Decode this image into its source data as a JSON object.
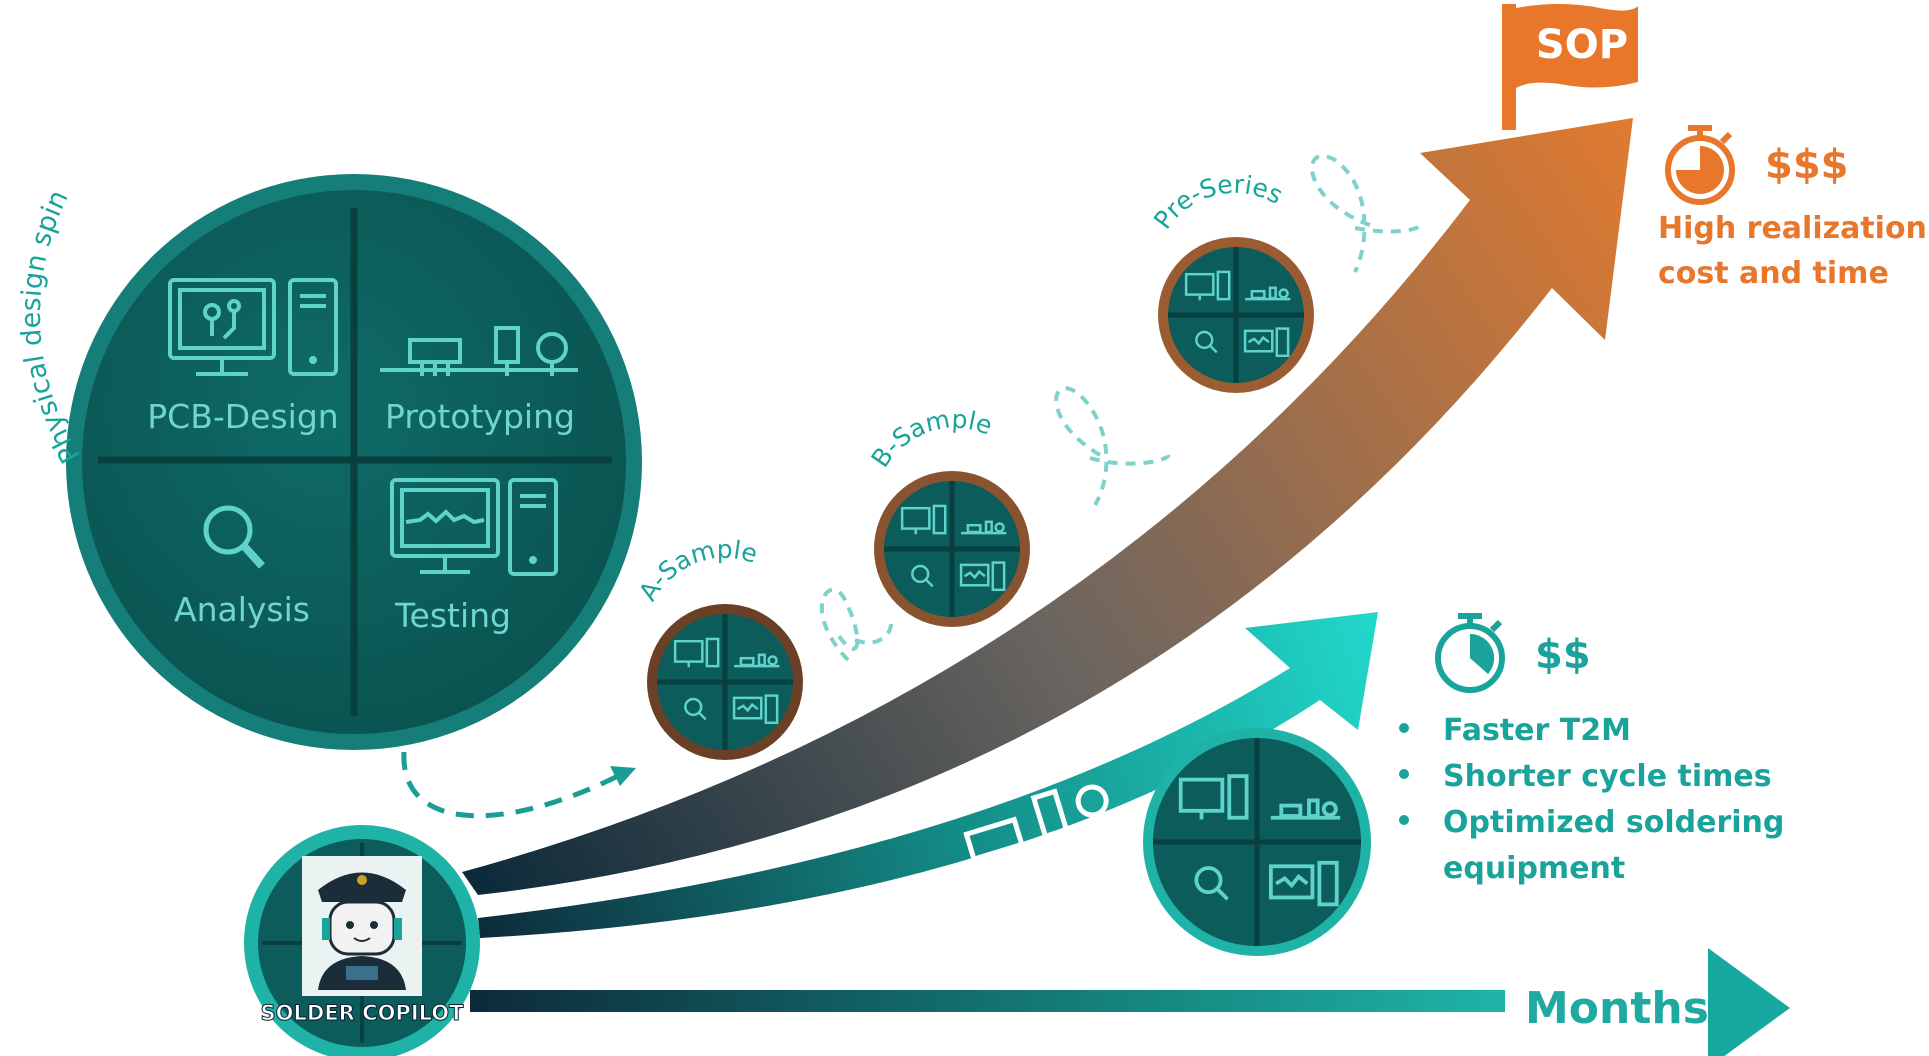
{
  "design_spin": {
    "label": "Physical design spin",
    "quadrants": [
      "PCB-Design",
      "Prototyping",
      "Analysis",
      "Testing"
    ]
  },
  "samples": [
    "A-Sample",
    "B-Sample",
    "Pre-Series"
  ],
  "milestone": {
    "flag": "SOP"
  },
  "traditional": {
    "cost": "$$$",
    "description": [
      "High realization",
      "cost and time"
    ]
  },
  "copilot": {
    "cost": "$$",
    "benefits": [
      "Faster T2M",
      "Shorter cycle times",
      "Optimized soldering",
      "equipment"
    ],
    "logo_text": "SOLDER COPILOT"
  },
  "axis": {
    "label": "Months"
  },
  "colors": {
    "teal_dark": "#0b5c5a",
    "teal": "#1aa39b",
    "teal_bright": "#22d2c6",
    "orange": "#e8762b",
    "brown": "#7a4a2e",
    "navy": "#0d2a3a"
  }
}
